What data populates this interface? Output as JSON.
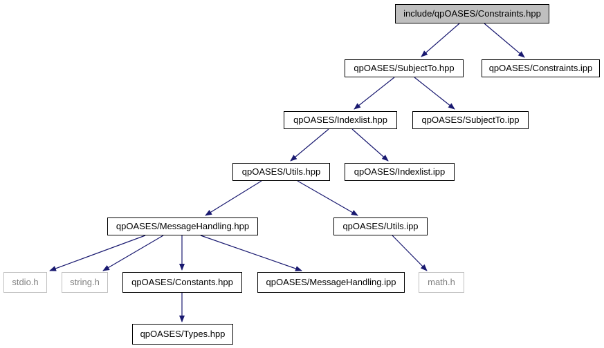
{
  "graph": {
    "colors": {
      "edge": "#191970",
      "root_fill": "#bfbfbf",
      "node_fill": "#ffffff",
      "node_border": "#000000",
      "external_border": "#bfbfbf",
      "external_text": "#7f7f7f"
    },
    "nodes": [
      {
        "id": "constraints_hpp",
        "label": "include/qpOASES/Constraints.hpp",
        "kind": "root"
      },
      {
        "id": "subjectto_hpp",
        "label": "qpOASES/SubjectTo.hpp",
        "kind": "file"
      },
      {
        "id": "constraints_ipp",
        "label": "qpOASES/Constraints.ipp",
        "kind": "file"
      },
      {
        "id": "indexlist_hpp",
        "label": "qpOASES/Indexlist.hpp",
        "kind": "file"
      },
      {
        "id": "subjectto_ipp",
        "label": "qpOASES/SubjectTo.ipp",
        "kind": "file"
      },
      {
        "id": "utils_hpp",
        "label": "qpOASES/Utils.hpp",
        "kind": "file"
      },
      {
        "id": "indexlist_ipp",
        "label": "qpOASES/Indexlist.ipp",
        "kind": "file"
      },
      {
        "id": "messagehandling_hpp",
        "label": "qpOASES/MessageHandling.hpp",
        "kind": "file"
      },
      {
        "id": "utils_ipp",
        "label": "qpOASES/Utils.ipp",
        "kind": "file"
      },
      {
        "id": "stdio_h",
        "label": "stdio.h",
        "kind": "external"
      },
      {
        "id": "string_h",
        "label": "string.h",
        "kind": "external"
      },
      {
        "id": "constants_hpp",
        "label": "qpOASES/Constants.hpp",
        "kind": "file"
      },
      {
        "id": "messagehandling_ipp",
        "label": "qpOASES/MessageHandling.ipp",
        "kind": "file"
      },
      {
        "id": "math_h",
        "label": "math.h",
        "kind": "external"
      },
      {
        "id": "types_hpp",
        "label": "qpOASES/Types.hpp",
        "kind": "file"
      }
    ],
    "edges": [
      {
        "from": "constraints_hpp",
        "to": "subjectto_hpp"
      },
      {
        "from": "constraints_hpp",
        "to": "constraints_ipp"
      },
      {
        "from": "subjectto_hpp",
        "to": "indexlist_hpp"
      },
      {
        "from": "subjectto_hpp",
        "to": "subjectto_ipp"
      },
      {
        "from": "indexlist_hpp",
        "to": "utils_hpp"
      },
      {
        "from": "indexlist_hpp",
        "to": "indexlist_ipp"
      },
      {
        "from": "utils_hpp",
        "to": "messagehandling_hpp"
      },
      {
        "from": "utils_hpp",
        "to": "utils_ipp"
      },
      {
        "from": "messagehandling_hpp",
        "to": "stdio_h"
      },
      {
        "from": "messagehandling_hpp",
        "to": "string_h"
      },
      {
        "from": "messagehandling_hpp",
        "to": "constants_hpp"
      },
      {
        "from": "messagehandling_hpp",
        "to": "messagehandling_ipp"
      },
      {
        "from": "utils_ipp",
        "to": "math_h"
      },
      {
        "from": "constants_hpp",
        "to": "types_hpp"
      }
    ]
  }
}
